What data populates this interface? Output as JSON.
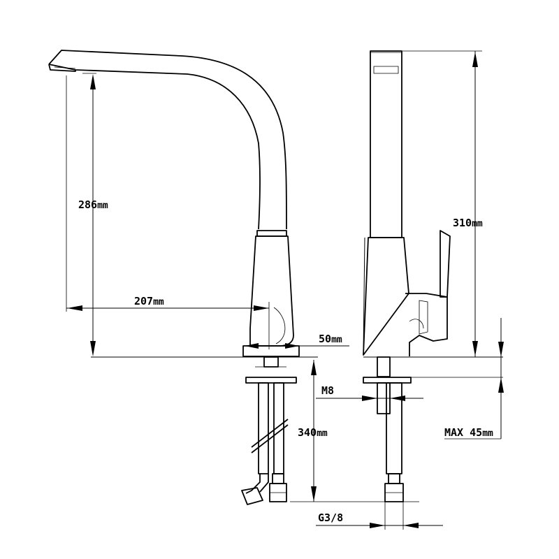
{
  "dimensions": {
    "spout_height": "286",
    "spout_height_unit": "mm",
    "reach": "207",
    "reach_unit": "mm",
    "base_diameter": "50",
    "base_diameter_unit": "mm",
    "total_height": "310",
    "total_height_unit": "mm",
    "hose_length": "340",
    "hose_length_unit": "mm",
    "thread_rod": "M8",
    "max_counter": "MAX 45",
    "max_counter_unit": "mm",
    "hose_connection": "G3/8"
  }
}
